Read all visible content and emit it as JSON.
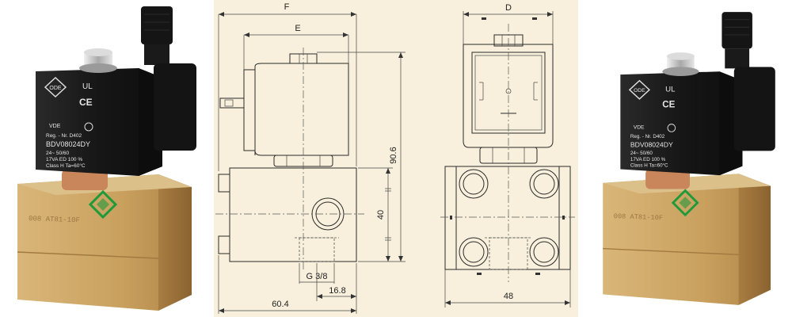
{
  "drawing": {
    "dimensions": {
      "F": "F",
      "E": "E",
      "D": "D",
      "height": "90.6",
      "body_height": "40",
      "port": "G  3/8",
      "overall_length": "60.4",
      "port_offset": "16.8",
      "width": "48"
    }
  },
  "photo": {
    "reg_label": "Reg. - Nr. D402",
    "model": "BDV08024DY",
    "voltage": "24~   50/60",
    "power": "17VA   ED 100 %",
    "class": "Class H   Ta=60°C",
    "vde": "VDE",
    "ce": "CE",
    "ul": "UL",
    "body_mark": "008 AT81-10F"
  },
  "colors": {
    "drawing_bg": "#f8f0dc",
    "brass": "#c7a163",
    "coil": "#1c1c1c",
    "logo_green": "#1f9a3a"
  }
}
